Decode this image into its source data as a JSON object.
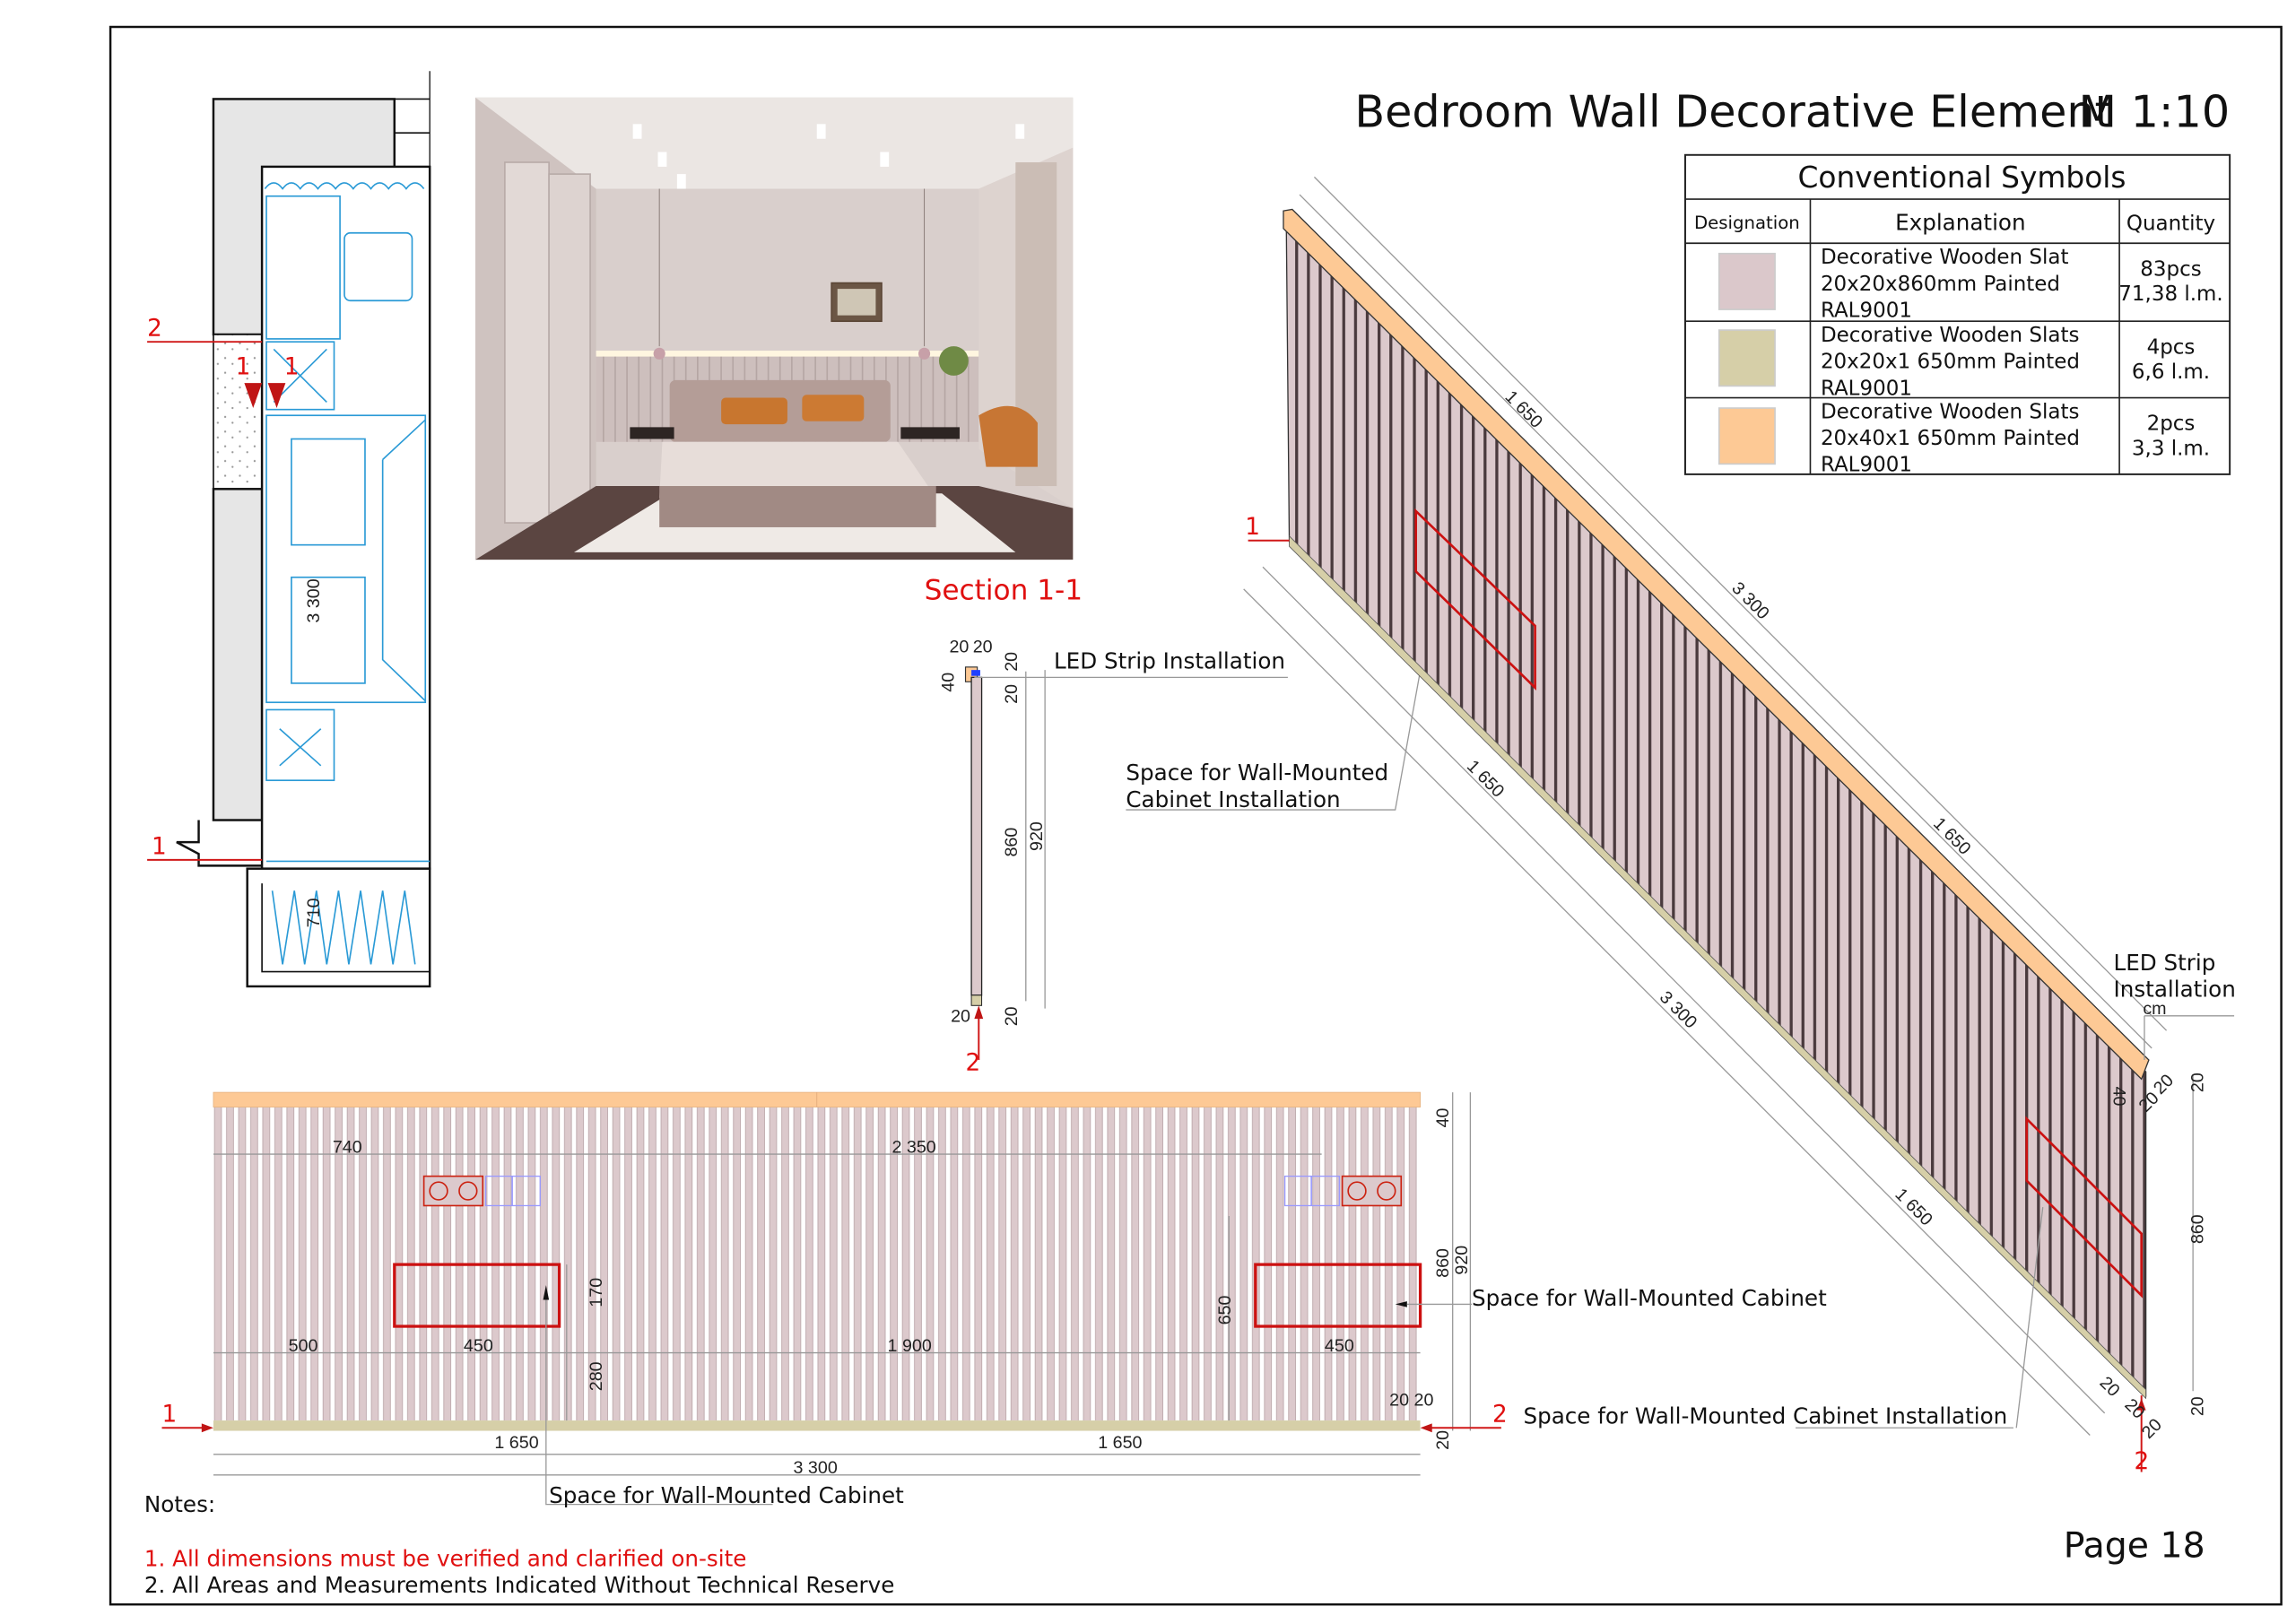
{
  "title": "Bedroom Wall Decorative Element",
  "scale": "M 1:10",
  "legend": {
    "title": "Conventional Symbols",
    "headers": [
      "Designation",
      "Explanation",
      "Quantity"
    ],
    "rows": [
      {
        "color": "#dbc8cb",
        "line1": "Decorative Wooden Slat",
        "line2": "20x20x860mm Painted",
        "line3": "RAL9001",
        "qty1": "83pcs",
        "qty2": "71,38 l.m."
      },
      {
        "color": "#d6cfa8",
        "line1": "Decorative Wooden Slats",
        "line2": "20x20x1 650mm Painted",
        "line3": "RAL9001",
        "qty1": "4pcs",
        "qty2": "6,6 l.m."
      },
      {
        "color": "#fdc995",
        "line1": "Decorative Wooden Slats",
        "line2": "20x40x1 650mm Painted",
        "line3": "RAL9001",
        "qty1": "2pcs",
        "qty2": "3,3 l.m."
      }
    ]
  },
  "section": {
    "label": "Section 1-1",
    "led": "LED Strip Installation",
    "cabinet_line1": "Space for Wall-Mounted",
    "cabinet_line2": "Cabinet Installation",
    "dims": {
      "top_a": "20",
      "top_b": "20",
      "d40": "40",
      "d20a": "20",
      "d20b": "20",
      "d860": "860",
      "d920": "920",
      "bottom_a": "20",
      "bottom_b": "20"
    },
    "marker": "2"
  },
  "plan": {
    "marker_top": "2",
    "marker_bottom": "1",
    "marker_mid_a": "1",
    "marker_mid_b": "1",
    "dim_3300": "3 300",
    "dim_710": "710"
  },
  "iso": {
    "led_line1": "LED Strip",
    "led_line2": "Installation",
    "led_sub": "cm",
    "marker_left": "1",
    "marker_right": "2",
    "dims_top": [
      "1 650",
      "3 300",
      "1 650"
    ],
    "dims_bottom": [
      "1 650",
      "3 300",
      "1 650"
    ],
    "d40": "40",
    "d20a": "20",
    "d20b": "20",
    "d860": "860",
    "d20c": "20",
    "d20d": "20",
    "b20a": "20",
    "b20b": "20",
    "b20c": "20",
    "cabinet_label": "Space for Wall-Mounted Cabinet Installation"
  },
  "elevation": {
    "marker_left": "1",
    "marker_right": "2",
    "dims": {
      "d740": "740",
      "d2350": "2 350",
      "d500": "500",
      "d450a": "450",
      "d1900": "1 900",
      "d450b": "450",
      "d170": "170",
      "d280": "280",
      "d650": "650",
      "d40": "40",
      "d860": "860",
      "d920": "920",
      "d20": "20",
      "d2020": "20 20",
      "d1650a": "1 650",
      "d1650b": "1 650",
      "d3300": "3 300"
    },
    "cabinet_label_right": "Space for Wall-Mounted Cabinet",
    "cabinet_label_bottom": "Space for Wall-Mounted Cabinet"
  },
  "notes": {
    "title": "Notes:",
    "items": [
      "1. All dimensions must be verified and clarified on-site",
      "2. All Areas and Measurements Indicated Without Technical Reserve"
    ]
  },
  "page": "Page 18"
}
